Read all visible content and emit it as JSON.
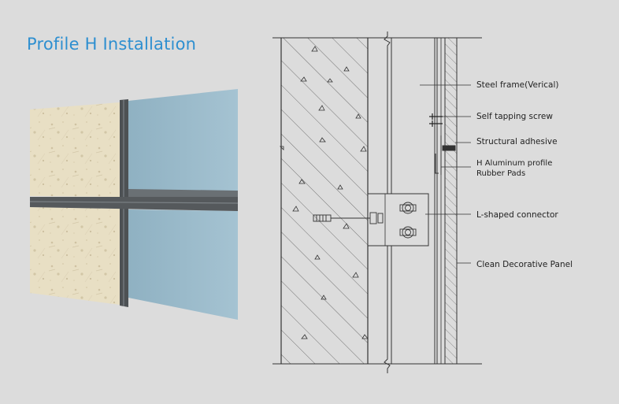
{
  "title": "Profile H Installation",
  "labels": {
    "steel_frame": "Steel frame(Verical)",
    "self_tapping_screw": "Self tapping screw",
    "structural_adhesive": "Structural adhesive",
    "h_profile_line1": "H Aluminum profile",
    "h_profile_line2": "Rubber Pads",
    "l_connector": "L-shaped connector",
    "clean_panel": "Clean Decorative Panel"
  },
  "colors": {
    "title": "#2e8fd0",
    "background": "#dcdcdc",
    "stone": "#e6dcc0",
    "glass": "#9ab9c9",
    "profile": "#55595c"
  }
}
